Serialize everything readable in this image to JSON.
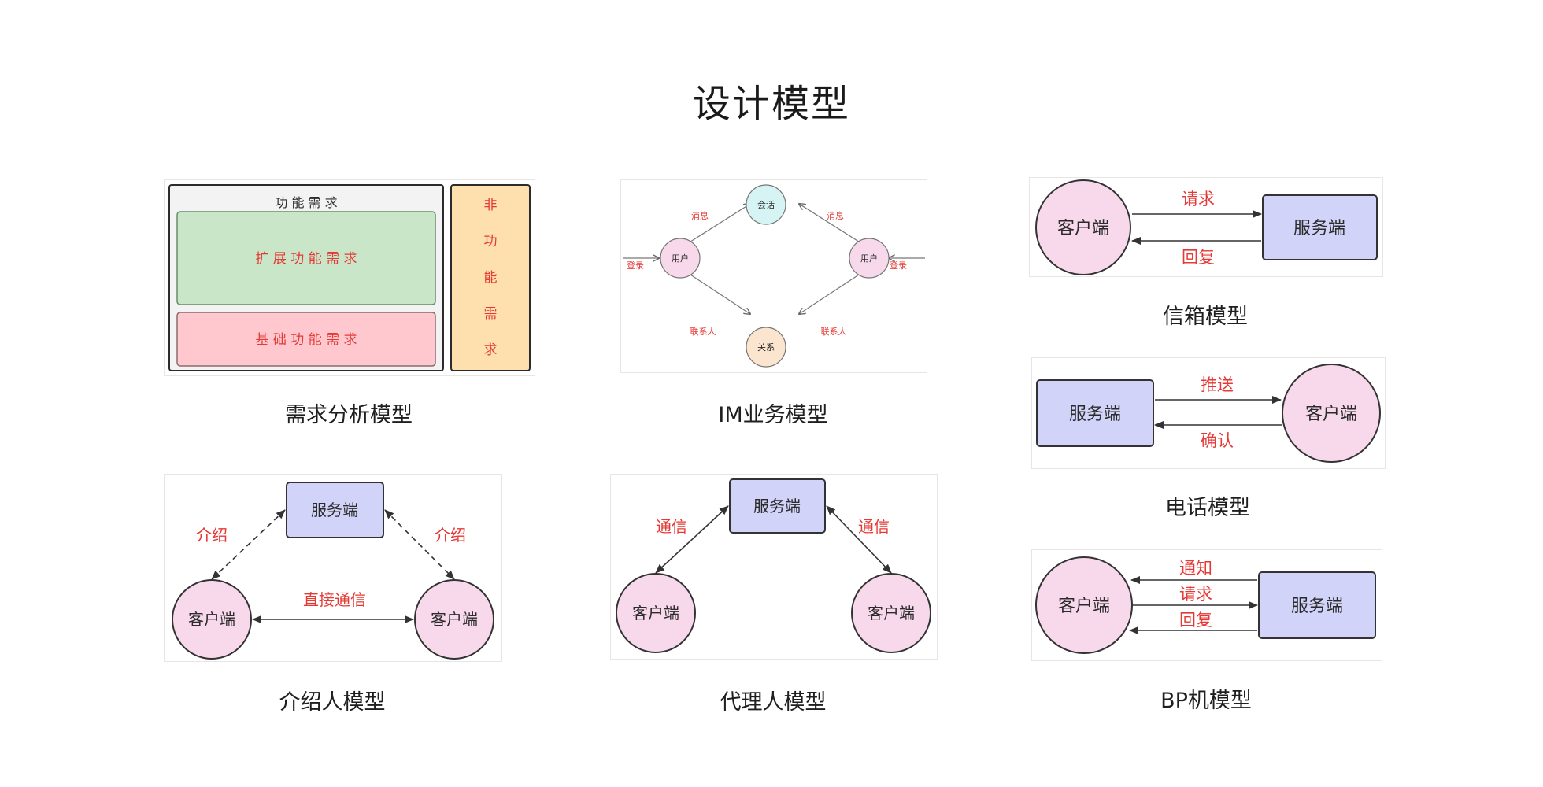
{
  "title": "设计模型",
  "colors": {
    "client_fill": "#f8d9ec",
    "server_fill": "#d1d4f8",
    "label_red": "#e53935",
    "functional_fill": "#f3f3f3",
    "extended_fill": "#c9e6c9",
    "basic_fill": "#ffc8cf",
    "nonfunctional_fill": "#fde0ad",
    "session_fill": "#d7f4f4",
    "relation_fill": "#fbe5cf"
  },
  "requirements": {
    "caption": "需求分析模型",
    "functional": "功 能 需 求",
    "extended": "扩 展 功 能 需 求",
    "basic": "基 础 功 能 需 求",
    "nonfunctional_chars": [
      "非",
      "功",
      "能",
      "需",
      "求"
    ]
  },
  "im": {
    "caption": "IM业务模型",
    "session": "会话",
    "relation": "关系",
    "user_left": "用户",
    "user_right": "用户",
    "message_left": "消息",
    "message_right": "消息",
    "login_left": "登录",
    "login_right": "登录",
    "contact_left": "联系人",
    "contact_right": "联系人"
  },
  "mailbox": {
    "caption": "信箱模型",
    "client": "客户端",
    "server": "服务端",
    "request": "请求",
    "reply": "回复"
  },
  "phone": {
    "caption": "电话模型",
    "server": "服务端",
    "client": "客户端",
    "push": "推送",
    "confirm": "确认"
  },
  "introducer": {
    "caption": "介绍人模型",
    "server": "服务端",
    "client_left": "客户端",
    "client_right": "客户端",
    "intro_left": "介绍",
    "intro_right": "介绍",
    "direct": "直接通信"
  },
  "proxy": {
    "caption": "代理人模型",
    "server": "服务端",
    "client_left": "客户端",
    "client_right": "客户端",
    "comm_left": "通信",
    "comm_right": "通信"
  },
  "bp": {
    "caption": "BP机模型",
    "client": "客户端",
    "server": "服务端",
    "notify": "通知",
    "request": "请求",
    "reply": "回复"
  }
}
